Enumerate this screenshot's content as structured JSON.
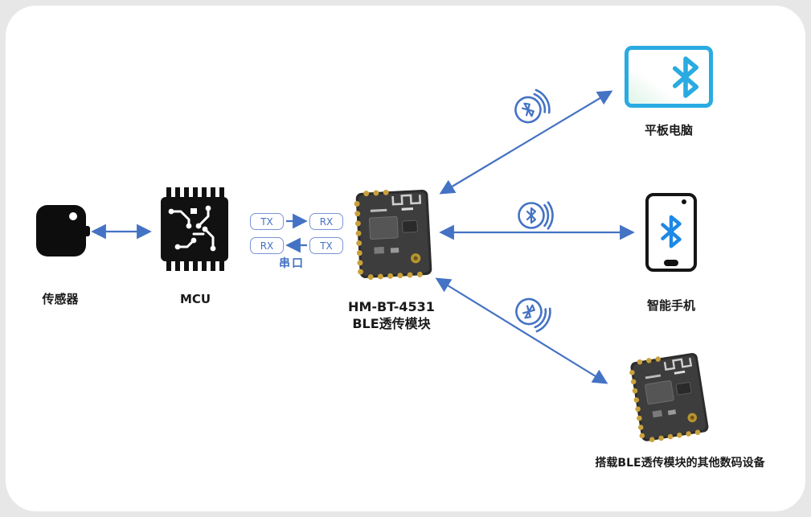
{
  "diagram": {
    "title_context": "BLE transparent transmission module connection diagram",
    "sensor": {
      "label": "传感器"
    },
    "mcu": {
      "label": "MCU"
    },
    "serial": {
      "tx": "TX",
      "rx": "RX",
      "label": "串口"
    },
    "module": {
      "name": "HM-BT-4531",
      "desc": "BLE透传模块"
    },
    "devices": {
      "tablet": {
        "label": "平板电脑"
      },
      "phone": {
        "label": "智能手机"
      },
      "other": {
        "label": "搭载BLE透传模块的其他数码设备"
      }
    },
    "icons": {
      "sensor": "sensor-icon",
      "mcu": "mcu-chip-icon",
      "ble_module": "ble-module-icon",
      "bluetooth_signal": "bluetooth-signal-icon",
      "tablet": "tablet-icon",
      "smartphone": "smartphone-icon"
    },
    "colors": {
      "arrow": "#4472c4",
      "serial_text": "#4472c4",
      "tablet_blue": "#29abe2",
      "bluetooth_blue": "#1e88e5",
      "canvas_bg": "#e7e7e7",
      "card_bg": "#ffffff"
    }
  }
}
